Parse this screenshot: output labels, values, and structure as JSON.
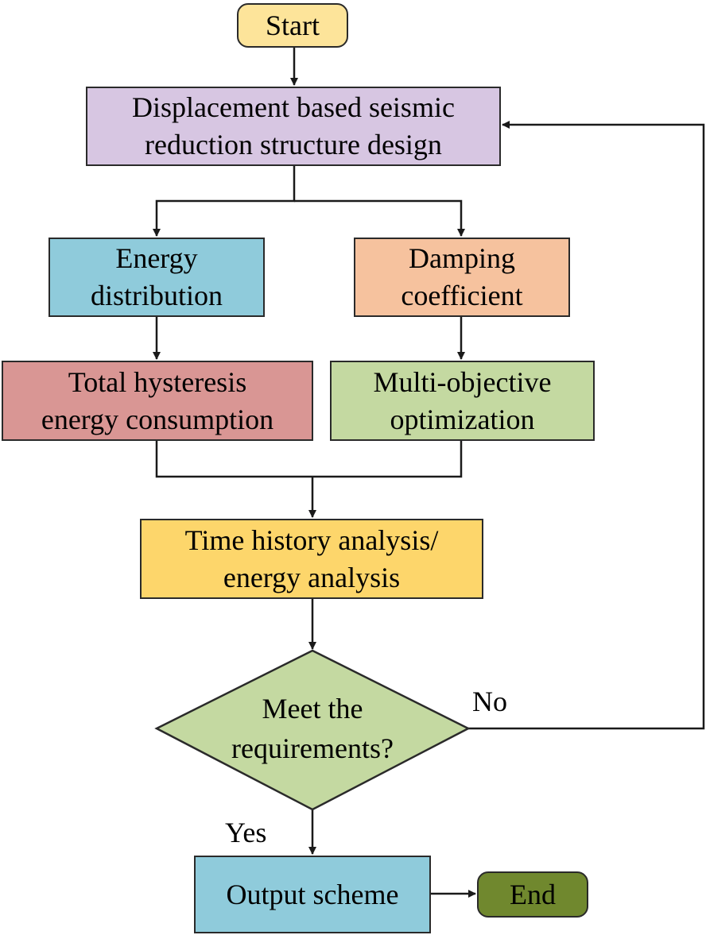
{
  "colors": {
    "start": "#fde49a",
    "design": "#d7c6e2",
    "energy_distribution": "#8fcbdb",
    "damping_coefficient": "#f6c29e",
    "total_hysteresis": "#d99694",
    "multi_objective": "#c4d9a1",
    "time_history": "#fdd66b",
    "decision": "#c4d9a1",
    "output": "#8fcbdb",
    "end": "#70882e",
    "line": "#1a1a1a"
  },
  "nodes": {
    "start": "Start",
    "design": "Displacement based seismic\nreduction structure design",
    "energy_distribution": "Energy\ndistribution",
    "damping_coefficient": "Damping\ncoefficient",
    "total_hysteresis": "Total hysteresis\nenergy consumption",
    "multi_objective": "Multi-objective\noptimization",
    "time_history": "Time history analysis/\nenergy analysis",
    "decision": "Meet the\nrequirements?",
    "output": "Output scheme",
    "end": "End"
  },
  "edge_labels": {
    "no": "No",
    "yes": "Yes"
  }
}
